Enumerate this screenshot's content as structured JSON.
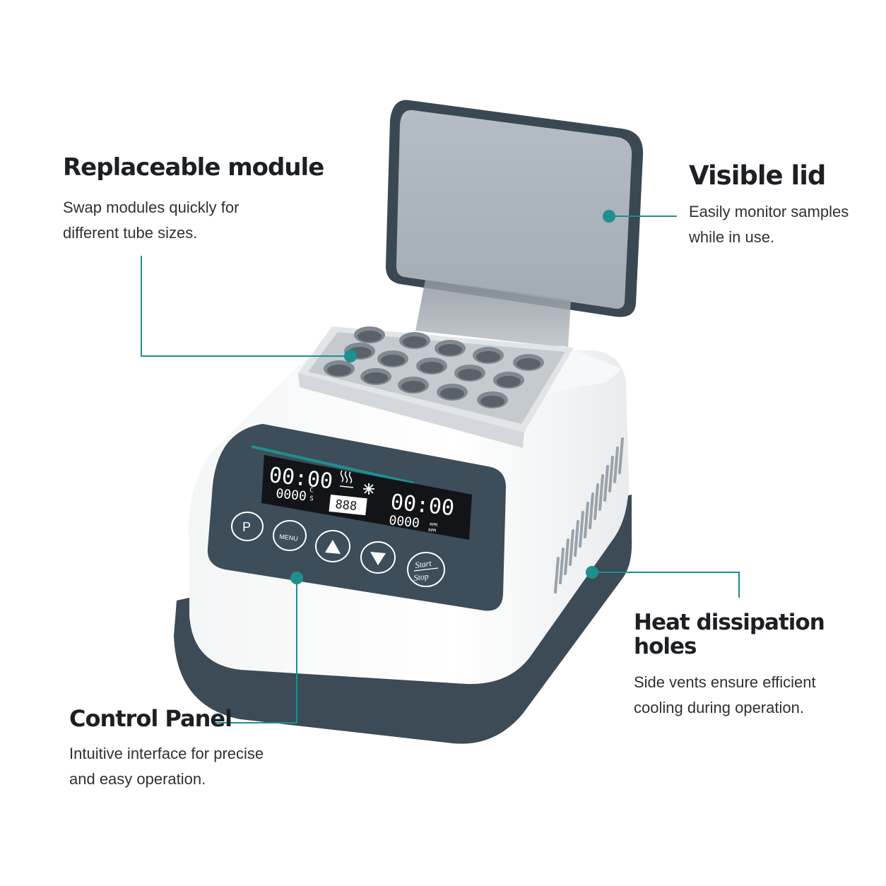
{
  "callouts": {
    "module": {
      "title": "Replaceable module",
      "line1": "Swap modules quickly for",
      "line2": "different tube sizes."
    },
    "lid": {
      "title": "Visible lid",
      "line1": "Easily monitor samples",
      "line2": "while in use."
    },
    "heat": {
      "title": "Heat dissipation holes",
      "line1": "Side vents ensure efficient",
      "line2": "cooling during operation."
    },
    "panel": {
      "title": "Control Panel",
      "line1": "Intuitive interface for precise",
      "line2": "and easy operation."
    }
  },
  "display": {
    "temp_main": "00:00",
    "temp_sub": "0000",
    "temp_unit_top": "C",
    "temp_unit_bottom": "S",
    "time_main": "00:00",
    "rpm_sub": "0000",
    "rpm_unit_top": "RPM",
    "rpm_unit_bottom": "RPM",
    "center_readout": "888",
    "heat_icon": "heat-icon",
    "cool_icon": "snowflake-icon"
  },
  "buttons": {
    "p": "P",
    "menu": "MENU",
    "up": "triangle-up-icon",
    "down": "triangle-down-icon",
    "start": "Start",
    "stop": "Stop"
  },
  "colors": {
    "accent_teal": "#1f8f8f",
    "panel_dark": "#3d4d59",
    "body_white": "#ffffff",
    "base_dark": "#3c4b56",
    "lid_grey": "#a8b0b8"
  }
}
